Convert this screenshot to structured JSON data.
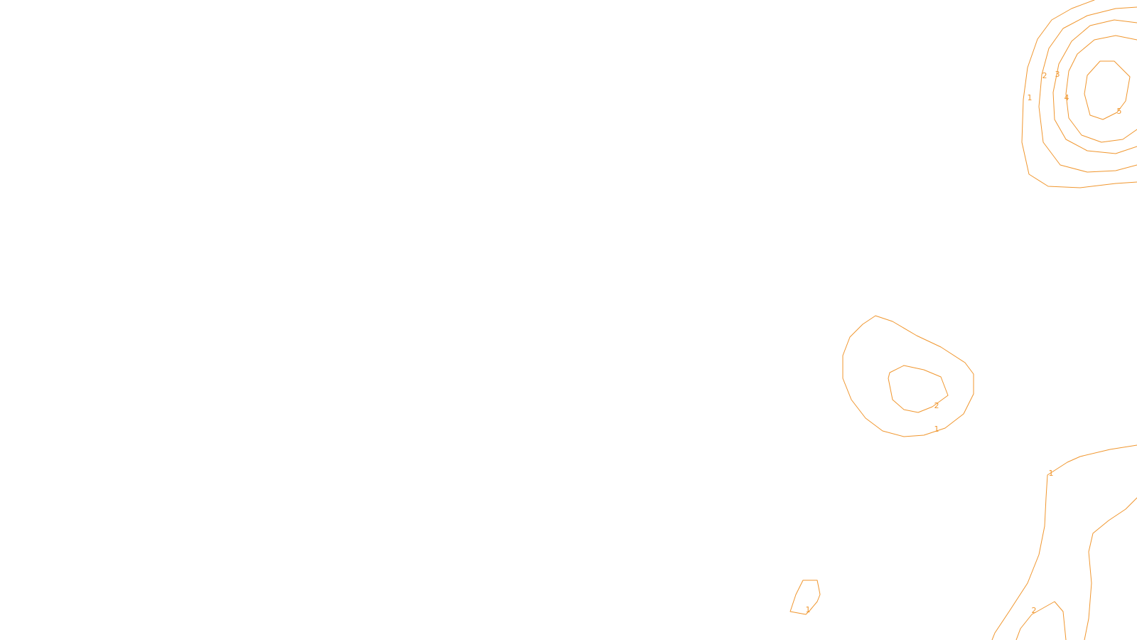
{
  "map": {
    "contour_color": "#f0962e",
    "labels": [
      "1",
      "2",
      "3",
      "4",
      "5",
      "2",
      "1",
      "1",
      "2",
      "1"
    ]
  }
}
